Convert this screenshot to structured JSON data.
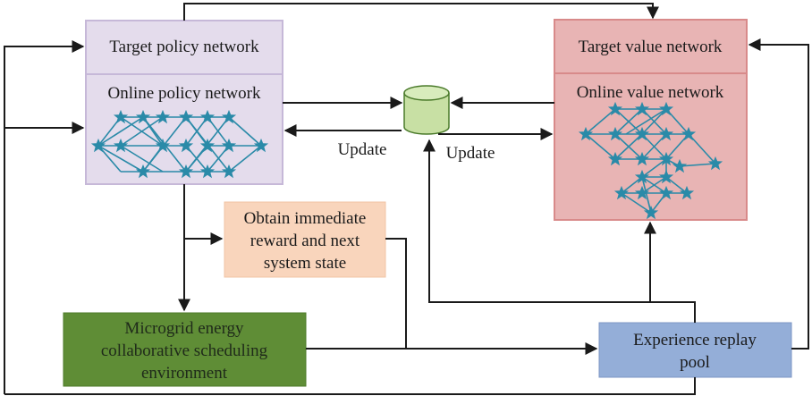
{
  "diagram": {
    "target_policy": {
      "label": "Target policy network"
    },
    "online_policy": {
      "label": "Online policy network"
    },
    "target_value": {
      "label": "Target value network"
    },
    "online_value": {
      "label": "Online value network"
    },
    "update_left": {
      "label": "Update"
    },
    "update_right": {
      "label": "Update"
    },
    "reward_box": {
      "lines": [
        "Obtain immediate",
        "reward and next",
        "system state"
      ]
    },
    "environment_box": {
      "lines": [
        "Microgrid energy",
        "collaborative scheduling",
        "environment"
      ]
    },
    "replay_box": {
      "lines": [
        "Experience replay",
        "pool"
      ]
    }
  },
  "colors": {
    "policy_fill": "#e4dcec",
    "policy_border": "#c6b8d8",
    "value_fill": "#e8b4b4",
    "value_border": "#d88a8a",
    "reward_fill": "#f9d5bc",
    "env_fill": "#5f8d36",
    "replay_fill": "#94aed8",
    "replay_border": "#7d96c4",
    "cylinder_fill": "#c8e0a4",
    "network": "#2a8aa8"
  },
  "icons": {
    "network_node": "star-icon",
    "memory": "cylinder-icon"
  }
}
